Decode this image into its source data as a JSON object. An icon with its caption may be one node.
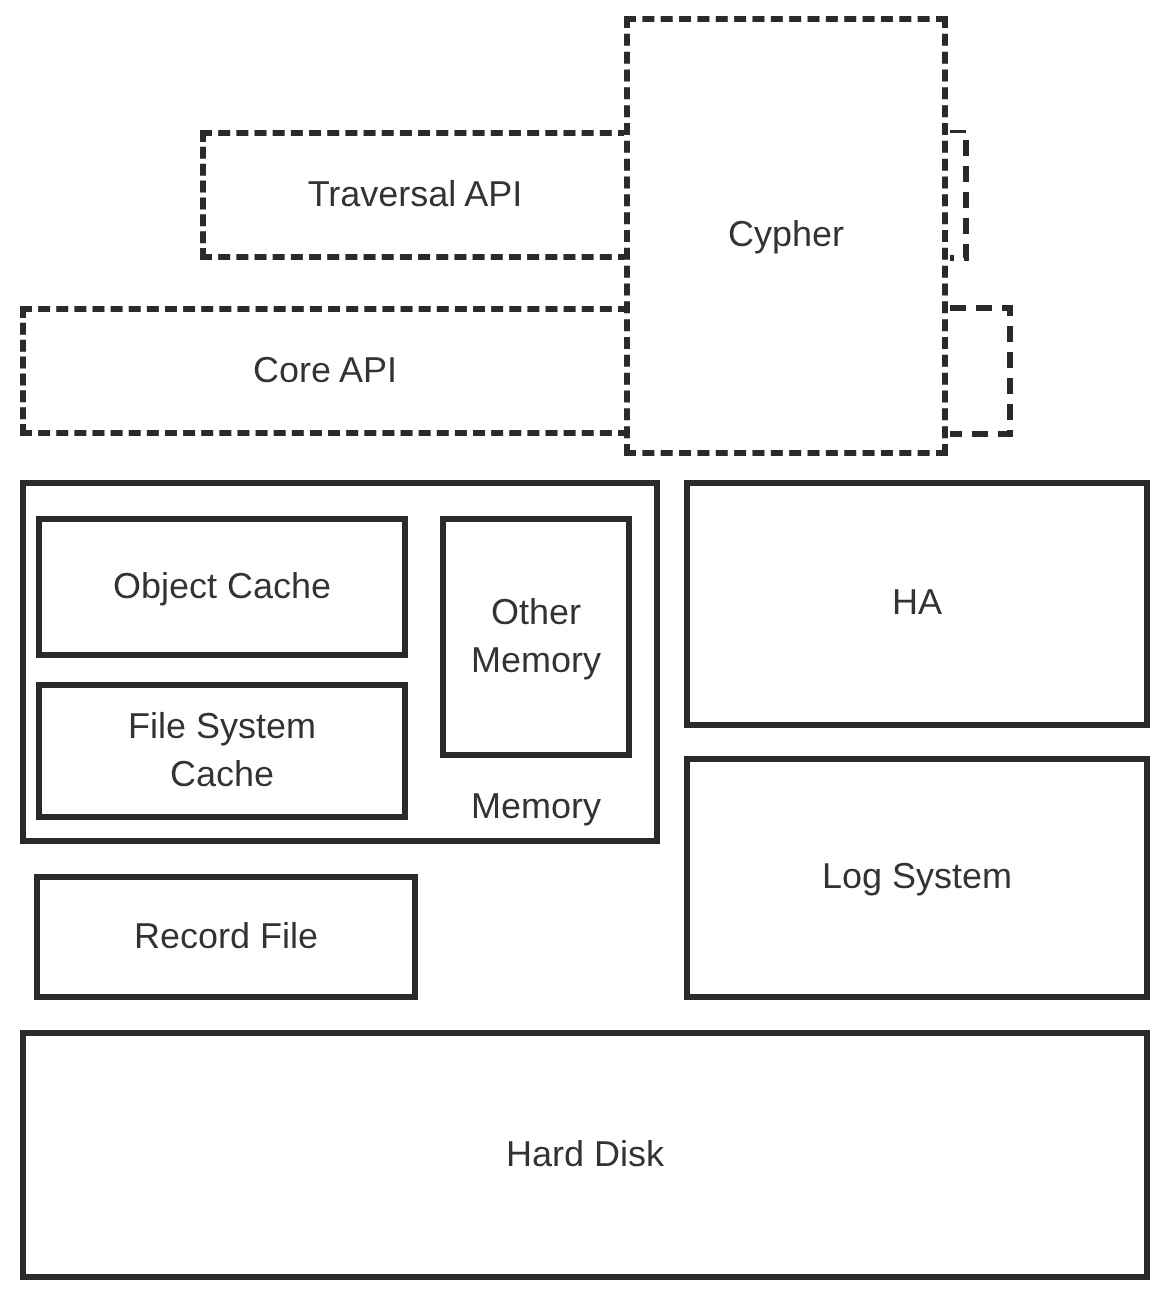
{
  "diagram": {
    "nodes": [
      {
        "text": [
          "Cypher"
        ]
      },
      {
        "text": [
          "Traversal API"
        ]
      },
      {
        "text": [
          "Core API"
        ]
      },
      {
        "text": [
          "Memory"
        ]
      },
      {
        "text": [
          "Object Cache"
        ],
        "in": 3
      },
      {
        "text": [
          "Other Memory"
        ],
        "in": 3
      },
      {
        "text": [
          "File System Cache"
        ],
        "in": 3
      },
      {
        "text": [
          "HA"
        ]
      },
      {
        "text": [
          "Log System"
        ]
      },
      {
        "text": [
          "Record File"
        ]
      },
      {
        "text": [
          "Hard Disk"
        ]
      }
    ]
  }
}
